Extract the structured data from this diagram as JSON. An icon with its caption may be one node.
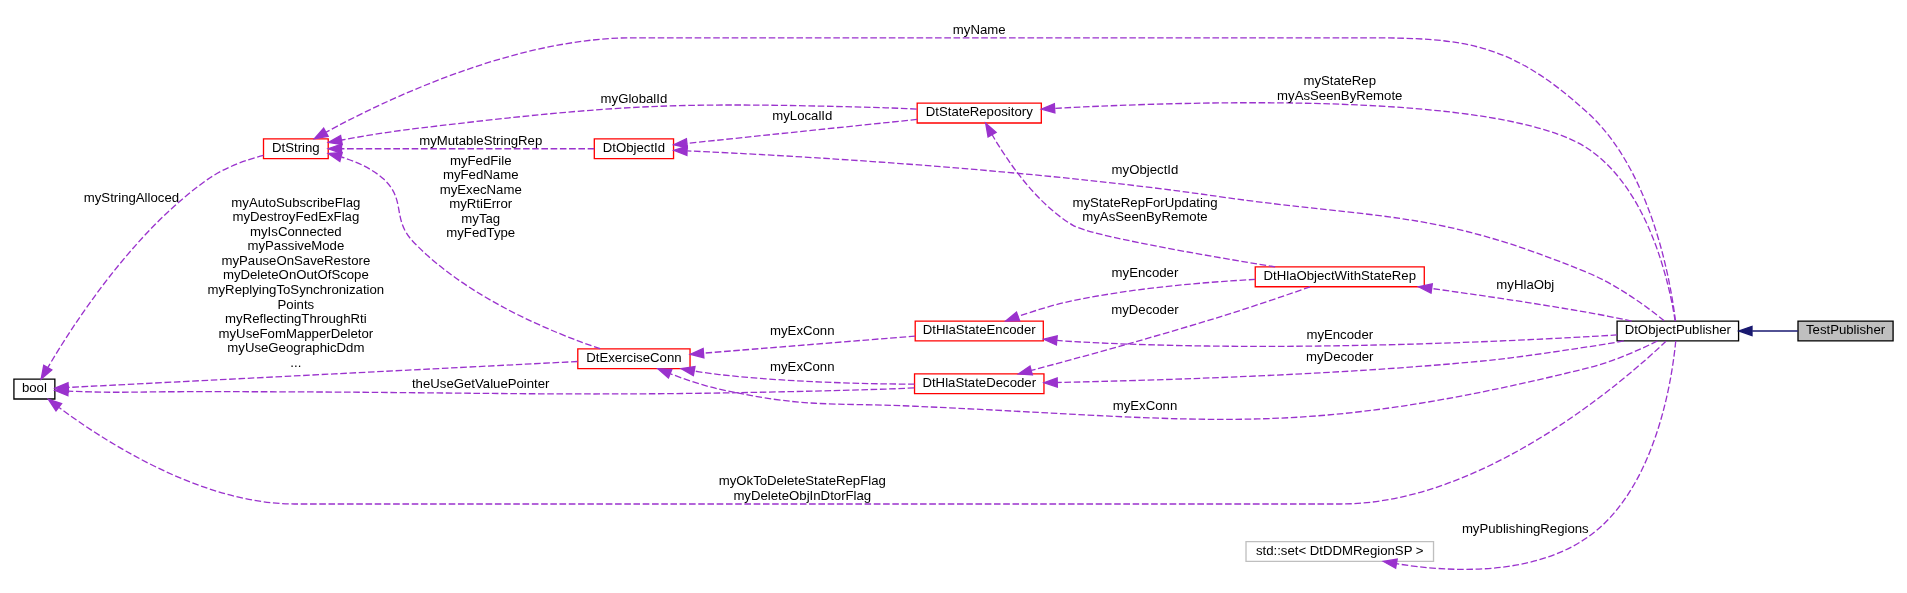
{
  "diagram": {
    "nodes": [
      {
        "text": [
          "bool"
        ]
      },
      {
        "text": [
          "DtString"
        ]
      },
      {
        "text": [
          "DtObjectId"
        ]
      },
      {
        "text": [
          "DtStateRepository"
        ]
      },
      {
        "text": [
          "DtExerciseConn"
        ]
      },
      {
        "text": [
          "DtHlaStateEncoder"
        ]
      },
      {
        "text": [
          "DtHlaStateDecoder"
        ]
      },
      {
        "text": [
          "DtHlaObjectWithStateRep"
        ]
      },
      {
        "text": [
          "std::set< DtDDMRegionSP >"
        ]
      },
      {
        "text": [
          "DtObjectPublisher"
        ]
      },
      {
        "text": [
          "TestPublisher"
        ]
      }
    ],
    "edges": [
      {
        "from": 1,
        "to": 0,
        "arrow": "to",
        "style": "dashed",
        "label": "myStringAlloced"
      },
      {
        "from": 2,
        "to": 1,
        "arrow": "to",
        "style": "dashed",
        "label": "myMutableStringRep"
      },
      {
        "from": 3,
        "to": 1,
        "arrow": "to",
        "style": "dashed",
        "label": "myGlobalId"
      },
      {
        "from": 4,
        "to": 1,
        "arrow": "to",
        "style": "dashed",
        "label": "myFedFile myFedName myExecName myRtiError myTag myFedType"
      },
      {
        "from": 9,
        "to": 1,
        "arrow": "to",
        "style": "dashed",
        "label": "myName"
      },
      {
        "from": 3,
        "to": 2,
        "arrow": "to",
        "style": "dashed",
        "label": "myLocalId"
      },
      {
        "from": 9,
        "to": 2,
        "arrow": "to",
        "style": "dashed",
        "label": "myObjectId"
      },
      {
        "from": 4,
        "to": 0,
        "arrow": "to",
        "style": "dashed",
        "label": "myAutoSubscribeFlag myDestroyFedExFlag myIsConnected myPassiveMode myPauseOnSaveRestore myDeleteOnOutOfScope myReplyingToSynchronization Points myReflectingThroughRti myUseFomMapperDeletor myUseGeographicDdm ..."
      },
      {
        "from": 6,
        "to": 0,
        "arrow": "to",
        "style": "dashed",
        "label": "theUseGetValuePointer"
      },
      {
        "from": 9,
        "to": 3,
        "arrow": "to",
        "style": "dashed",
        "label": "myStateRep myAsSeenByRemote"
      },
      {
        "from": 7,
        "to": 3,
        "arrow": "to",
        "style": "dashed",
        "label": "myStateRepForUpdating myAsSeenByRemote"
      },
      {
        "from": 7,
        "to": 5,
        "arrow": "to",
        "style": "dashed",
        "label": "myEncoder"
      },
      {
        "from": 7,
        "to": 6,
        "arrow": "to",
        "style": "dashed",
        "label": "myDecoder"
      },
      {
        "from": 9,
        "to": 7,
        "arrow": "to",
        "style": "dashed",
        "label": "myHlaObj"
      },
      {
        "from": 9,
        "to": 5,
        "arrow": "to",
        "style": "dashed",
        "label": "myEncoder"
      },
      {
        "from": 9,
        "to": 6,
        "arrow": "to",
        "style": "dashed",
        "label": "myDecoder"
      },
      {
        "from": 5,
        "to": 4,
        "arrow": "to",
        "style": "dashed",
        "label": "myExConn"
      },
      {
        "from": 6,
        "to": 4,
        "arrow": "to",
        "style": "dashed",
        "label": "myExConn"
      },
      {
        "from": 9,
        "to": 8,
        "arrow": "to",
        "style": "dashed",
        "label": "myPublishingRegions"
      },
      {
        "from": 9,
        "to": 4,
        "arrow": "to",
        "style": "dashed",
        "label": "myExConn"
      },
      {
        "from": 9,
        "to": 0,
        "arrow": "to",
        "style": "dashed",
        "label": "myOkToDeleteStateRepFlag myDeleteObjInDtorFlag"
      },
      {
        "from": 10,
        "to": 9,
        "arrow": "to",
        "color": "#191970"
      }
    ]
  }
}
